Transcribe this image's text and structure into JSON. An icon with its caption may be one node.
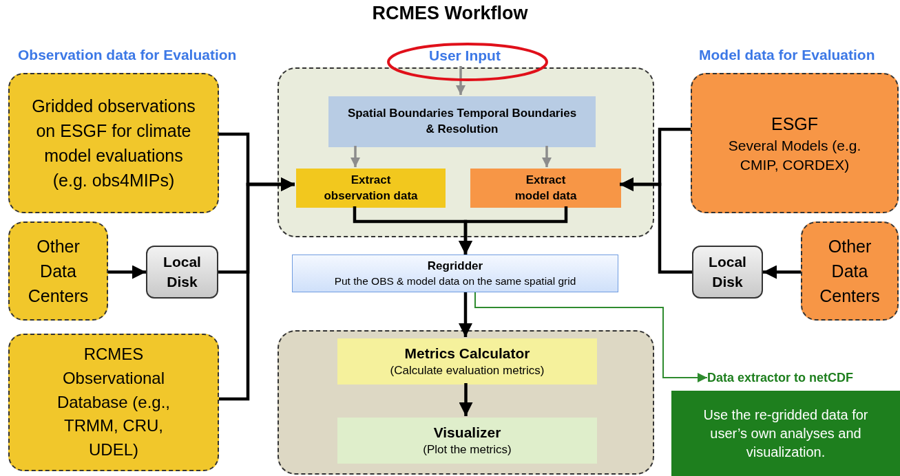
{
  "diagram": {
    "title": "RCMES Workflow",
    "nodes": [
      {
        "text": [
          "Gridded observations on ESGF for climate model evaluations (e.g. obs4MIPs)"
        ]
      },
      {
        "text": [
          "Other Data Centers"
        ]
      },
      {
        "text": [
          "Local Disk"
        ]
      },
      {
        "text": [
          "RCMES Observational Database (e.g., TRMM, CRU, UDEL)"
        ]
      },
      {
        "text": [
          "User Input"
        ]
      },
      {
        "text": [],
        "shape": "box"
      },
      {
        "text": [
          "Spatial Boundaries Temporal Boundaries & Resolution"
        ],
        "in": 5
      },
      {
        "text": [
          "Extract observation data"
        ],
        "in": 5
      },
      {
        "text": [
          "Extract model data"
        ],
        "in": 5
      },
      {
        "text": [
          "ESGF",
          "Several Models (e.g. CMIP, CORDEX)"
        ]
      },
      {
        "text": [
          "Local Disk"
        ]
      },
      {
        "text": [
          "Other Data Centers"
        ]
      },
      {
        "text": [
          "Regridder",
          "Put the OBS & model data on the same spatial grid"
        ]
      },
      {
        "text": [],
        "shape": "box"
      },
      {
        "text": [
          "Metrics Calculator",
          "(Calculate evaluation metrics)"
        ],
        "in": 13
      },
      {
        "text": [
          "Visualizer",
          "(Plot the metrics)"
        ],
        "in": 13
      },
      {
        "text": [
          "Data extractor to netCDF"
        ]
      },
      {
        "text": [
          "Use the re-gridded data for user’s own analyses and visualization."
        ]
      }
    ],
    "edges": [
      {
        "from": 4,
        "to": 6,
        "arrow": "to",
        "color": "#8c8c8c"
      },
      {
        "from": 6,
        "to": 7,
        "arrow": "to",
        "color": "#8c8c8c"
      },
      {
        "from": 6,
        "to": 8,
        "arrow": "to",
        "color": "#8c8c8c"
      },
      {
        "from": 0,
        "to": 7,
        "arrow": "to"
      },
      {
        "from": 2,
        "to": 7,
        "arrow": "to"
      },
      {
        "from": 3,
        "to": 7,
        "arrow": "to"
      },
      {
        "from": 1,
        "to": 2,
        "arrow": "to"
      },
      {
        "from": 9,
        "to": 8,
        "arrow": "to"
      },
      {
        "from": 10,
        "to": 8,
        "arrow": "to"
      },
      {
        "from": 11,
        "to": 10,
        "arrow": "to"
      },
      {
        "from": 7,
        "to": 12,
        "arrow": "to"
      },
      {
        "from": 8,
        "to": 12,
        "arrow": "to"
      },
      {
        "from": 12,
        "to": 14,
        "arrow": "to"
      },
      {
        "from": 12,
        "to": 16,
        "arrow": "to",
        "color": "#2e8b2e"
      },
      {
        "from": 14,
        "to": 15,
        "arrow": "to"
      }
    ],
    "labels": [
      "Observation data for Evaluation",
      "Model data for Evaluation"
    ]
  }
}
